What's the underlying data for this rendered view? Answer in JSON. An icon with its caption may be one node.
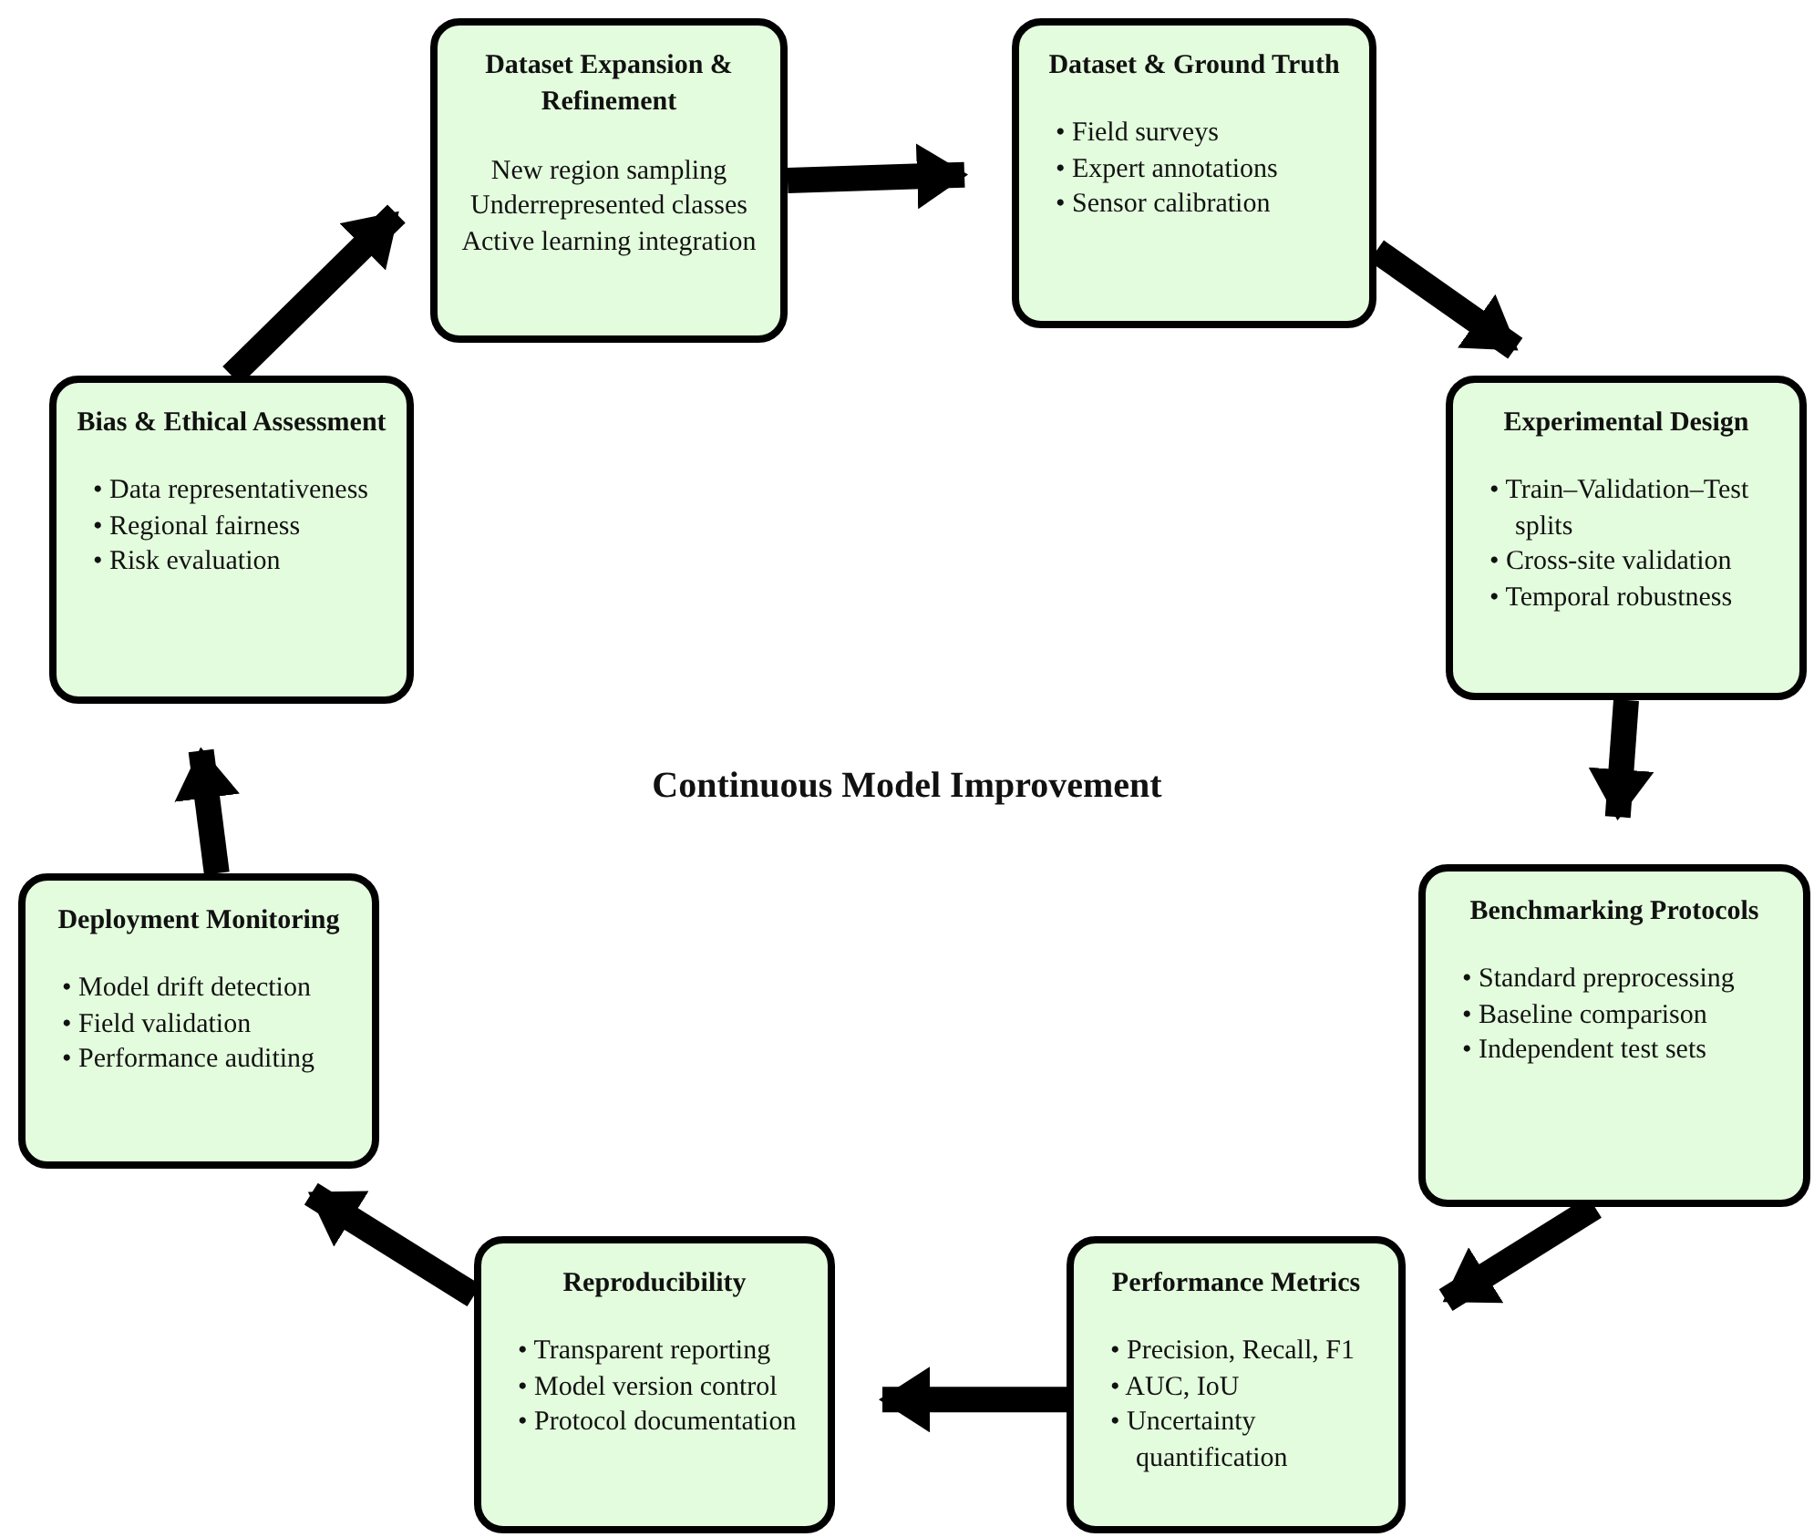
{
  "diagram": {
    "title": "Continuous Model Improvement",
    "nodes": [
      {
        "text": [
          "Dataset & Ground Truth",
          "• Field surveys",
          "• Expert annotations",
          "• Sensor calibration"
        ]
      },
      {
        "text": [
          "Experimental Design",
          "• Train–Validation–Test splits",
          "• Cross-site validation",
          "• Temporal robustness"
        ]
      },
      {
        "text": [
          "Benchmarking Protocols",
          "• Standard preprocessing",
          "• Baseline comparison",
          "• Independent test sets"
        ]
      },
      {
        "text": [
          "Performance Metrics",
          "• Precision, Recall, F1",
          "• AUC, IoU",
          "• Uncertainty quantification"
        ]
      },
      {
        "text": [
          "Reproducibility",
          "• Transparent reporting",
          "• Model version control",
          "• Protocol documentation"
        ]
      },
      {
        "text": [
          "Deployment Monitoring",
          "• Model drift detection",
          "• Field validation",
          "• Performance auditing"
        ]
      },
      {
        "text": [
          "Bias & Ethical Assessment",
          "• Data representativeness",
          "• Regional fairness",
          "• Risk evaluation"
        ]
      },
      {
        "text": [
          "Dataset Expansion & Refinement",
          "New region sampling",
          "Underrepresented classes",
          "Active learning integration"
        ]
      }
    ],
    "edges": [
      {
        "from": 7,
        "to": 0,
        "arrow": "to"
      },
      {
        "from": 0,
        "to": 1,
        "arrow": "to"
      },
      {
        "from": 1,
        "to": 2,
        "arrow": "to"
      },
      {
        "from": 2,
        "to": 3,
        "arrow": "to"
      },
      {
        "from": 3,
        "to": 4,
        "arrow": "to"
      },
      {
        "from": 4,
        "to": 5,
        "arrow": "to"
      },
      {
        "from": 5,
        "to": 6,
        "arrow": "to"
      },
      {
        "from": 6,
        "to": 7,
        "arrow": "to"
      }
    ]
  }
}
